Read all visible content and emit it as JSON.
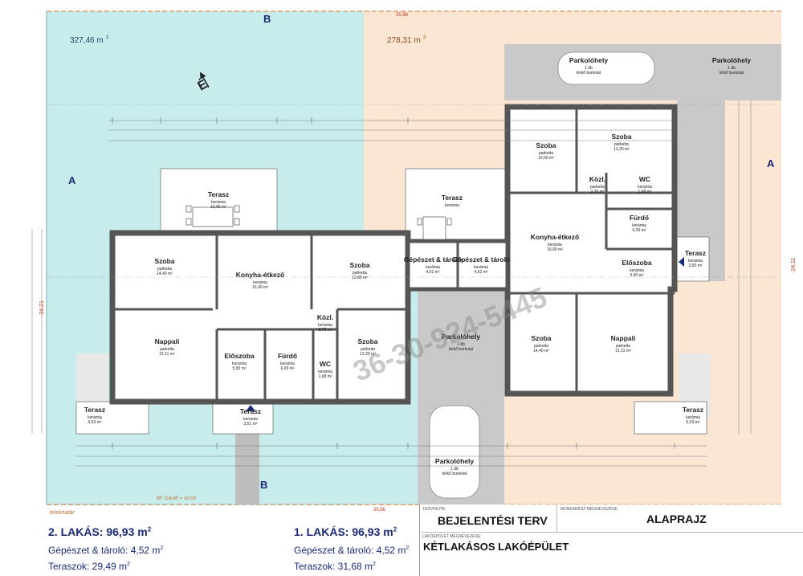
{
  "plot": {
    "lot_area_left": "327,46 m",
    "lot_area_right": "278,31 m",
    "north_label": "É",
    "section_b": "B",
    "section_a": "A",
    "level_left": "-24,21",
    "level_right": "-24,11",
    "dim_top": "35,86",
    "dim_bottom": "35,86",
    "lot_line_label": "telekhatár",
    "bf_label": "BF 114,65 = ±0,00",
    "watermark": "36-30-924-5445"
  },
  "rooms": {
    "terasz_top_left": {
      "name": "Terasz",
      "floor": "kerámia",
      "area": "16,96 m²"
    },
    "szoba_left": {
      "name": "Szoba",
      "floor": "parketta",
      "area": "14,40 m²"
    },
    "konyha_left": {
      "name": "Konyha-étkező",
      "floor": "kerámia",
      "area": "16,90 m²"
    },
    "szoba_left_mid": {
      "name": "Szoba",
      "floor": "parketta",
      "area": "12,60 m²"
    },
    "nappali_left": {
      "name": "Nappali",
      "floor": "parketta",
      "area": "21,11 m²"
    },
    "kozl_left": {
      "name": "Közl.",
      "floor": "kerámia",
      "area": "2,75 m²"
    },
    "eloszoba_left": {
      "name": "Előszoba",
      "floor": "kerámia",
      "area": "5,90 m²"
    },
    "furdo_left": {
      "name": "Fürdő",
      "floor": "kerámia",
      "area": "6,09 m²"
    },
    "wc_left": {
      "name": "WC",
      "floor": "kerámia",
      "area": "1,98 m²"
    },
    "szoba_left_se": {
      "name": "Szoba",
      "floor": "parketta",
      "area": "13,20 m²"
    },
    "terasz_left_bottom": {
      "name": "Terasz",
      "floor": "kerámia",
      "area": "6,03 m²"
    },
    "terasz_entry_left": {
      "name": "Terasz",
      "floor": "kerámia",
      "area": "3,51 m²"
    },
    "gepeszet_left": {
      "name": "Gépészet & tároló",
      "floor": "kerámia",
      "area": "4,52 m²"
    },
    "gepeszet_right": {
      "name": "Gépészet & tároló",
      "floor": "kerámia",
      "area": "4,52 m²"
    },
    "terasz_mid": {
      "name": "Terasz",
      "floor": "kerámia",
      "area": ""
    },
    "parkolo_mid": {
      "name": "Parkolóhely",
      "floor": "1 db",
      "area": "térkő burkolat"
    },
    "parkolo_bottom": {
      "name": "Parkolóhely",
      "floor": "1 db",
      "area": "térkő burkolat"
    },
    "parkolo_top": {
      "name": "Parkolóhely",
      "floor": "1 db",
      "area": "térkő burkolat"
    },
    "parkolo_top_right": {
      "name": "Parkolóhely",
      "floor": "1 db",
      "area": "térkő burkolat"
    },
    "szoba_right_top1": {
      "name": "Szoba",
      "floor": "parketta",
      "area": "12,60 m²"
    },
    "szoba_right_top2": {
      "name": "Szoba",
      "floor": "parketta",
      "area": "13,20 m²"
    },
    "kozl_right": {
      "name": "Közl.",
      "floor": "parketta",
      "area": "2,75 m²"
    },
    "wc_right": {
      "name": "WC",
      "floor": "kerámia",
      "area": "1,98 m²"
    },
    "furdo_right": {
      "name": "Fürdő",
      "floor": "kerámia",
      "area": "6,09 m²"
    },
    "konyha_right": {
      "name": "Konyha-étkező",
      "floor": "kerámia",
      "area": "16,90 m²"
    },
    "eloszoba_right": {
      "name": "Előszoba",
      "floor": "kerámia",
      "area": "5,90 m²"
    },
    "terasz_right_side": {
      "name": "Terasz",
      "floor": "kerámia",
      "area": "3,50 m²"
    },
    "szoba_right_bottom": {
      "name": "Szoba",
      "floor": "parketta",
      "area": "14,40 m²"
    },
    "nappali_right": {
      "name": "Nappali",
      "floor": "parketta",
      "area": "21,11 m²"
    },
    "terasz_right_bottom": {
      "name": "Terasz",
      "floor": "kerámia",
      "area": "6,03 m²"
    }
  },
  "legend": {
    "flat2_title": "2. LAKÁS: 96,93 m",
    "flat2_gep": "Gépészet & tároló: 4,52 m",
    "flat2_terasz": "Teraszok: 29,49 m",
    "flat1_title": "1. LAKÁS: 96,93 m",
    "flat1_gep": "Gépészet & tároló: 4,52 m",
    "flat1_terasz": "Teraszok: 31,68 m",
    "sup2": "2"
  },
  "title_block": {
    "stage_caption": "TERVFAJTA:",
    "stage": "BEJELENTÉSI TERV",
    "sheet_caption": "MUNKARÉSZ MEGNEVEZÉSE:",
    "sheet": "ALAPRAJZ",
    "building_caption": "LAKÓÉPÜLET MEGNEVEZÉSE:",
    "building": "KÉTLAKÁSOS LAKÓÉPÜLET"
  },
  "colors": {
    "lot_left": "#c8ecec",
    "lot_right": "#fbe6d4",
    "paving": "#c9c9c9",
    "wall": "#555555",
    "text_blue": "#1a2a7a",
    "watermark": "#888888"
  }
}
